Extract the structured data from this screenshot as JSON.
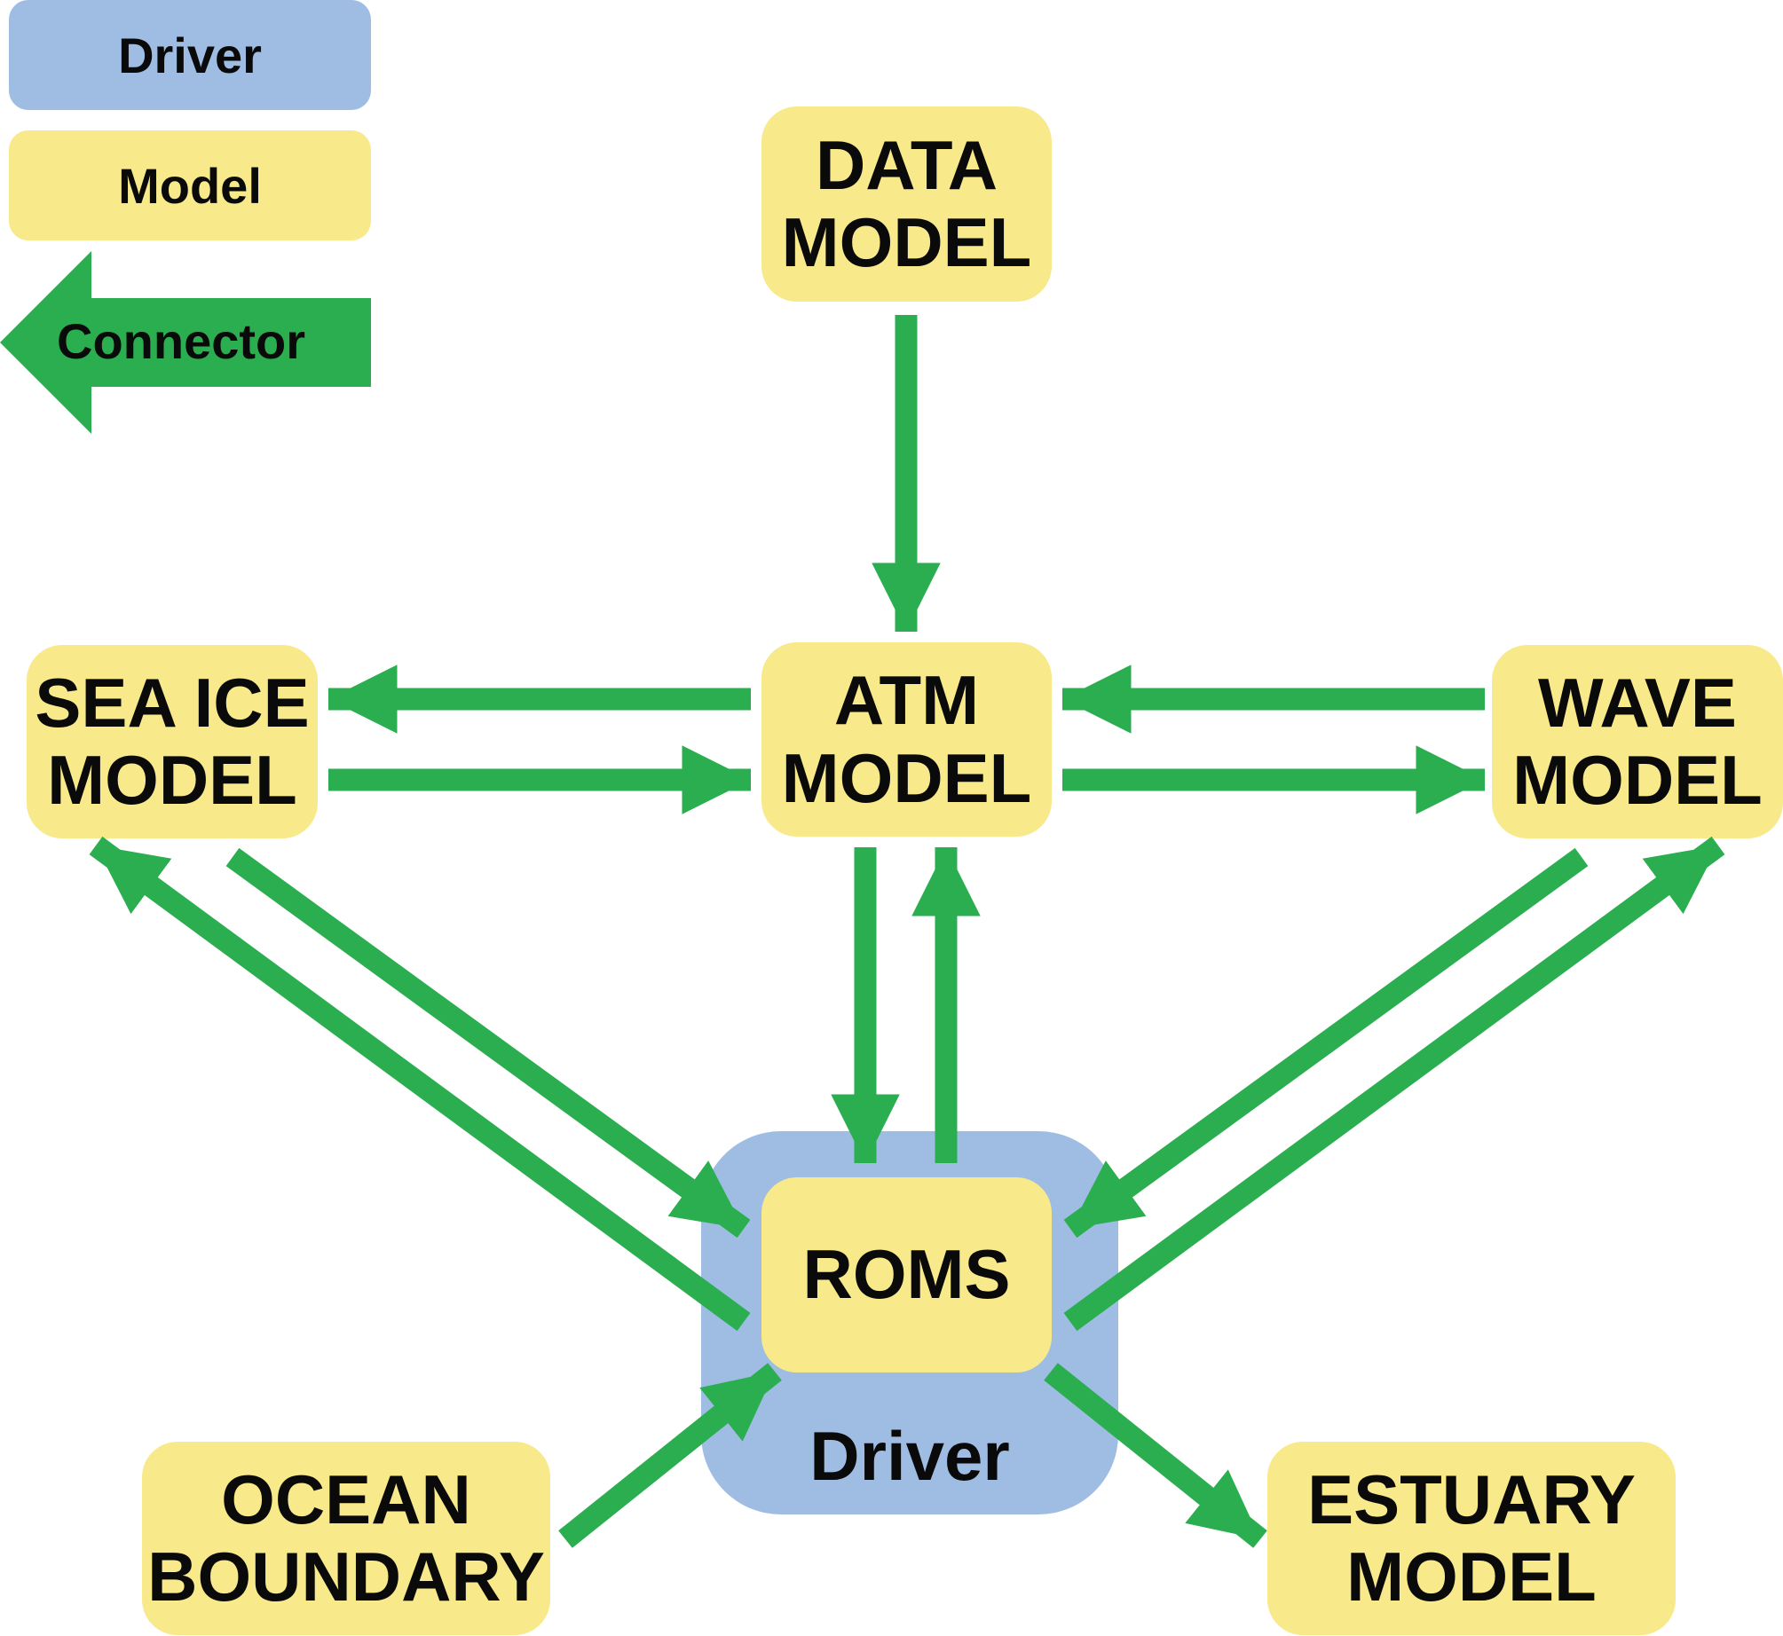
{
  "legend": {
    "driver_label": "Driver",
    "model_label": "Model",
    "connector_label": "Connector"
  },
  "nodes": {
    "data_model": [
      "DATA",
      "MODEL"
    ],
    "sea_ice_model": [
      "SEA ICE",
      "MODEL"
    ],
    "atm_model": [
      "ATM",
      "MODEL"
    ],
    "wave_model": [
      "WAVE",
      "MODEL"
    ],
    "roms": [
      "ROMS"
    ],
    "ocean_boundary": [
      "OCEAN",
      "BOUNDARY"
    ],
    "estuary_model": [
      "ESTUARY",
      "MODEL"
    ]
  },
  "driver_box_label": "Driver",
  "colors": {
    "driver": "#9fbde3",
    "model": "#f8e98a",
    "connector": "#2aae4f",
    "text": "#0a0a0a"
  }
}
